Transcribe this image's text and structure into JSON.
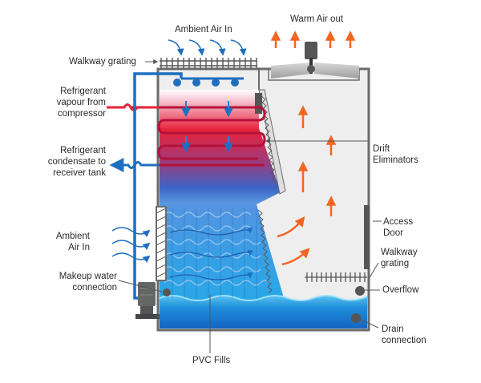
{
  "labels": {
    "ambient_air_top": "Ambient Air In",
    "warm_air_out": "Warm Air out",
    "walkway_grating_top": "Walkway grating",
    "refrigerant_vapour": [
      "Refrigerant",
      "vapour from",
      "compressor"
    ],
    "refrigerant_condensate": [
      "Refrigerant",
      "condensate to",
      "receiver tank"
    ],
    "drift_eliminators": [
      "Drift",
      "Eliminators"
    ],
    "access_door": [
      "Access",
      "Door"
    ],
    "walkway_grating_right": [
      "Walkway",
      "grating"
    ],
    "ambient_air_side": [
      "Ambient",
      "Air In"
    ],
    "makeup_water": [
      "Makeup water",
      "connection"
    ],
    "overflow": "Overflow",
    "drain": [
      "Drain",
      "connection"
    ],
    "pvc_fills": "PVC Fills"
  },
  "colors": {
    "outline": "#6b6b6b",
    "casing": "#eeeeee",
    "water": "#29a8e6",
    "water_dark": "#1b6fc7",
    "hot": "#e8223a",
    "pipe_blue": "#1e6fbf",
    "warm_arrow": "#f26522",
    "fan": "#b9b9b9",
    "pump": "#666666"
  }
}
